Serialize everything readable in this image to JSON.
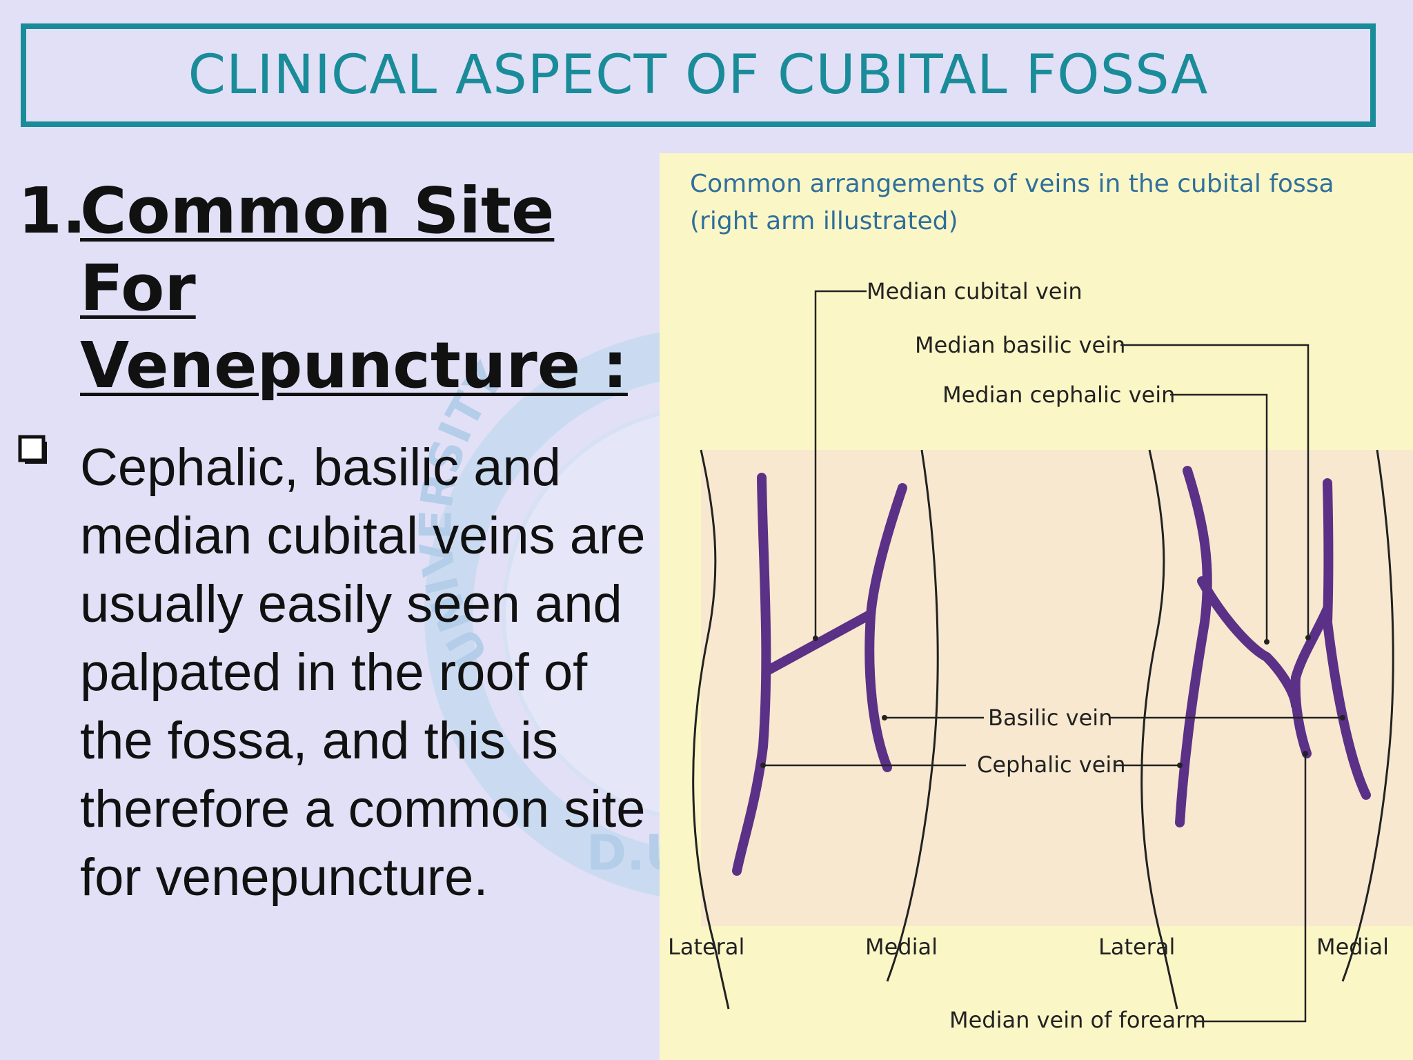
{
  "slide": {
    "title": "CLINICAL ASPECT OF CUBITAL FOSSA",
    "heading_number": "1.",
    "heading_text": "Common Site For Venepuncture :",
    "bullet_text": "Cephalic, basilic and median cubital veins are usually easily seen and palpated in the roof of the fossa, and this is therefore a common site for venepuncture."
  },
  "watermark": {
    "description_icon": "university-seal-icon",
    "text_fragments": [
      "UNIVERSITY",
      "D.U"
    ]
  },
  "figure": {
    "caption_line1": "Common arrangements of veins in the cubital fossa",
    "caption_line2": "(right arm illustrated)",
    "labels": {
      "median_cubital": "Median cubital vein",
      "median_basilic": "Median basilic vein",
      "median_cephalic": "Median cephalic vein",
      "basilic": "Basilic vein",
      "cephalic": "Cephalic vein",
      "median_forearm": "Median vein of forearm",
      "lateral_left": "Lateral",
      "medial_left": "Medial",
      "lateral_right": "Lateral",
      "medial_right": "Medial"
    },
    "colors": {
      "vein": "#5b3187",
      "skin": "#f7e8cf",
      "background": "#fbf6c6",
      "caption": "#2f6f9b",
      "title_accent": "#1a8c99"
    }
  }
}
